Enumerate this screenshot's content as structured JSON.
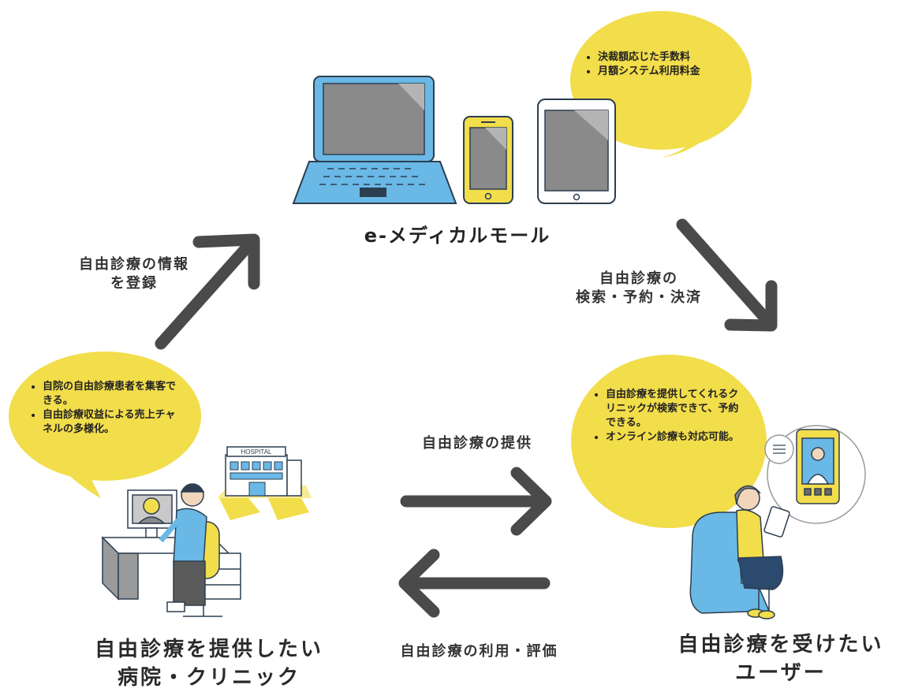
{
  "center": {
    "title": "e-メディカルモール"
  },
  "mall_bubble": {
    "items": [
      "決裁額応じた手数料",
      "月額システム利用料金"
    ]
  },
  "flows": {
    "register": [
      "自由診療の情報",
      "を登録"
    ],
    "search": [
      "自由診療の",
      "検索・予約・決済"
    ],
    "provide": "自由診療の提供",
    "use": "自由診療の利用・評価"
  },
  "clinic": {
    "title": [
      "自由診療を提供したい",
      "病院・クリニック"
    ],
    "bubble": [
      "自院の自由診療患者を集客できる。",
      "自由診療収益による売上チャネルの多様化。"
    ],
    "sign": "HOSPITAL"
  },
  "user": {
    "title": [
      "自由診療を受けたい",
      "ユーザー"
    ],
    "bubble": [
      "自由診療を提供してくれるクリニックが検索できて、予約できる。",
      "オンライン診療も対応可能。"
    ]
  },
  "colors": {
    "yellow": "#f2dd4b",
    "blue": "#6ab8e6",
    "arrow": "#4a4a4a",
    "screen": "#8a8a8a"
  },
  "icons": [
    "laptop-icon",
    "smartphone-icon",
    "tablet-icon",
    "hospital-icon",
    "doctor-icon",
    "user-icon",
    "arrow-up-right-icon",
    "arrow-down-right-icon",
    "arrow-right-icon",
    "arrow-left-icon"
  ]
}
